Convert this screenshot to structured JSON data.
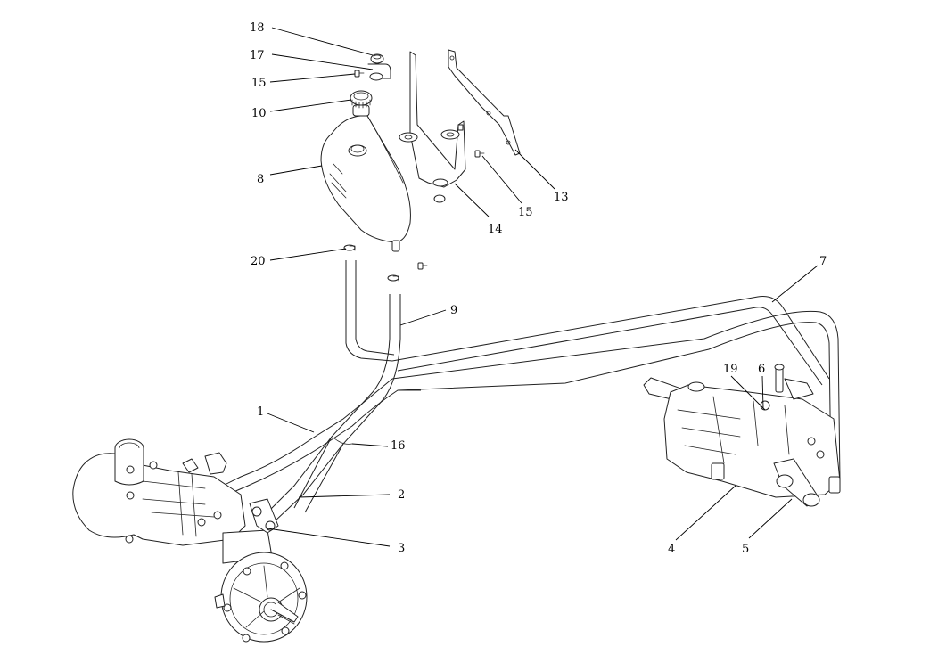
{
  "diagram": {
    "callouts": [
      {
        "id": "18",
        "label": "18"
      },
      {
        "id": "17",
        "label": "17"
      },
      {
        "id": "15a",
        "label": "15"
      },
      {
        "id": "10",
        "label": "10"
      },
      {
        "id": "8",
        "label": "8"
      },
      {
        "id": "13",
        "label": "13"
      },
      {
        "id": "15b",
        "label": "15"
      },
      {
        "id": "14",
        "label": "14"
      },
      {
        "id": "20",
        "label": "20"
      },
      {
        "id": "9",
        "label": "9"
      },
      {
        "id": "7",
        "label": "7"
      },
      {
        "id": "19",
        "label": "19"
      },
      {
        "id": "6",
        "label": "6"
      },
      {
        "id": "1",
        "label": "1"
      },
      {
        "id": "16",
        "label": "16"
      },
      {
        "id": "2",
        "label": "2"
      },
      {
        "id": "3",
        "label": "3"
      },
      {
        "id": "4",
        "label": "4"
      },
      {
        "id": "5",
        "label": "5"
      }
    ]
  }
}
